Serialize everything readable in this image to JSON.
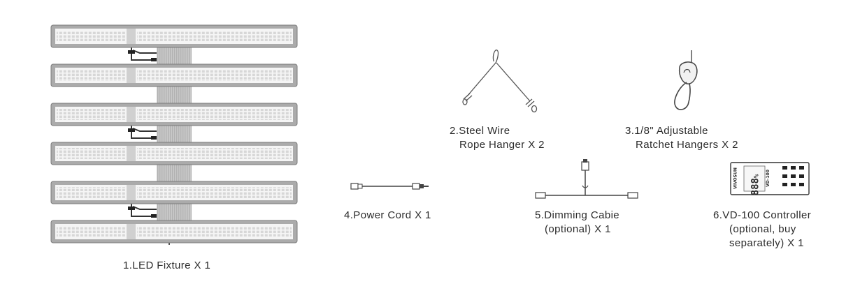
{
  "items": [
    {
      "id": "led",
      "lines": [
        "1.LED Fixture X 1"
      ]
    },
    {
      "id": "wire",
      "lines": [
        "2.Steel Wire",
        "Rope Hanger X 2"
      ]
    },
    {
      "id": "ratchet",
      "lines": [
        "3.1/8\" Adjustable",
        "Ratchet Hangers X 2"
      ]
    },
    {
      "id": "cord",
      "lines": [
        "4.Power Cord X 1"
      ]
    },
    {
      "id": "dimming",
      "lines": [
        "5.Dimming Cabie",
        "(optional) X 1"
      ]
    },
    {
      "id": "controller",
      "lines": [
        "6.VD-100 Controller",
        "(optional, buy",
        "separately) X 1"
      ]
    }
  ],
  "controller_display": {
    "brand": "VIVOSUN",
    "digits": "888",
    "unit": "%",
    "model": "VD-100"
  },
  "colors": {
    "bar_frame": "#a8a8a8",
    "led_panel": "#f4f4f4",
    "text": "#2b2b2b",
    "line": "#444444"
  }
}
